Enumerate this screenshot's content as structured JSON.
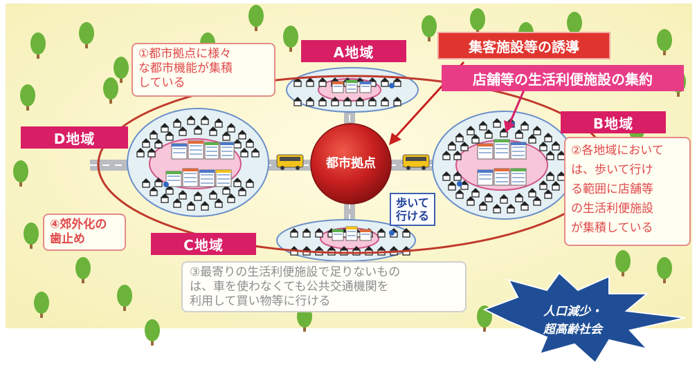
{
  "regions": {
    "a": "A地域",
    "b": "B地域",
    "c": "C地域",
    "d": "D地域"
  },
  "center": "都市拠点",
  "banners": {
    "attract": "集客施設等の誘導",
    "consolidate": "店舗等の生活利便施設の集約"
  },
  "notes": {
    "note1": [
      "①都市拠点に様々",
      "な都市機能が集積",
      "している"
    ],
    "note2": [
      "②各地域において",
      "は、歩いて行け",
      "る範囲に店舗等",
      "の生活利便施設",
      "が集積している"
    ],
    "note3": [
      "③最寄りの生活利便施設で足りないもの",
      "は、車を使わなくても公共交通機関を",
      "利用して買い物等に行ける"
    ],
    "note4": [
      "④郊外化の",
      "歯止め"
    ]
  },
  "walk": [
    "歩いて",
    "行ける"
  ],
  "burst": [
    "人口減少・",
    "超高齢社会"
  ],
  "colors": {
    "background": "#fdfbd6",
    "region_label": "#d81e64",
    "center_circle": "#c81f1f",
    "outer_ring": "#c0392b",
    "district_fill": "#e4f0f4",
    "core_fill": "#f7c6d8",
    "burst": "#1f4e96",
    "tree": "#6bb33a"
  }
}
